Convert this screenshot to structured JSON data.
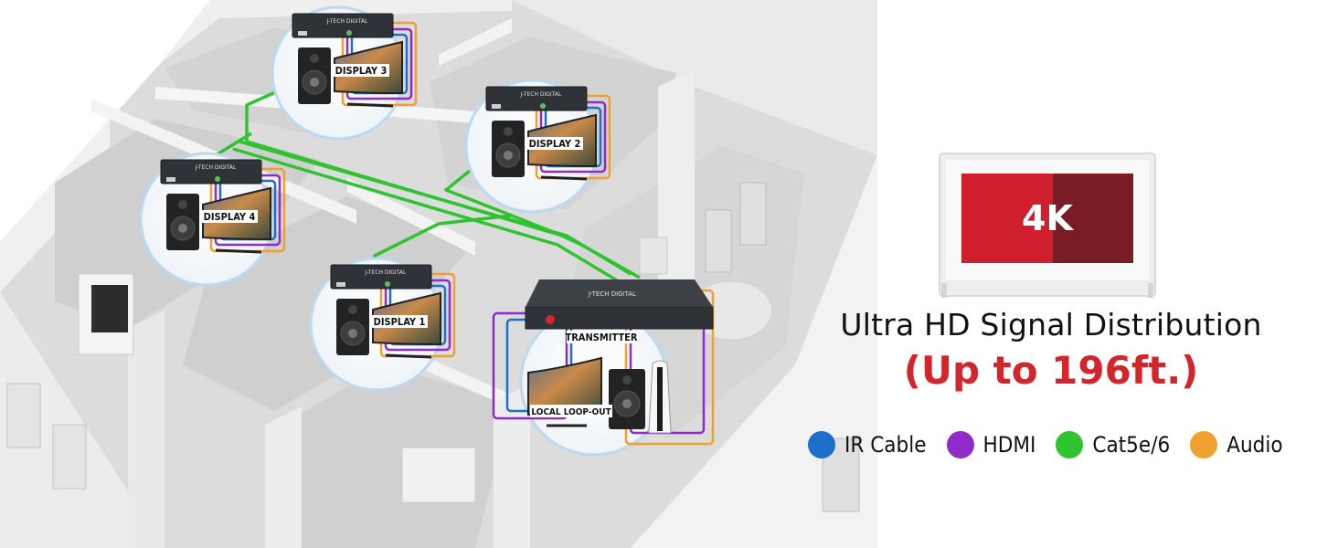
{
  "badge": {
    "label": "4K",
    "left_color": "#cf1f2f",
    "right_color": "#7a1c25"
  },
  "headline": {
    "line1": "Ultra HD Signal Distribution",
    "line2": "(Up to 196ft.)",
    "line2_color": "#d3262c"
  },
  "legend": [
    {
      "label": "IR Cable",
      "color": "#1e6fcc"
    },
    {
      "label": "HDMI",
      "color": "#8e2bc9"
    },
    {
      "label": "Cat5e/6",
      "color": "#2fc42f"
    },
    {
      "label": "Audio",
      "color": "#f0a02e"
    }
  ],
  "devices": {
    "brand_label": "J-TECH DIGITAL",
    "receivers": [
      {
        "name": "DISPLAY 3"
      },
      {
        "name": "DISPLAY 2"
      },
      {
        "name": "DISPLAY 4"
      },
      {
        "name": "DISPLAY 1"
      }
    ],
    "transmitter": {
      "name": "TRANSMITTER",
      "loop_label": "LOCAL LOOP-OUT"
    }
  },
  "colors": {
    "cat_cable": "#33c433",
    "wall": "#e6e6e6",
    "floor": "#d2d2d2",
    "circle_border": "#bcd9ee"
  }
}
